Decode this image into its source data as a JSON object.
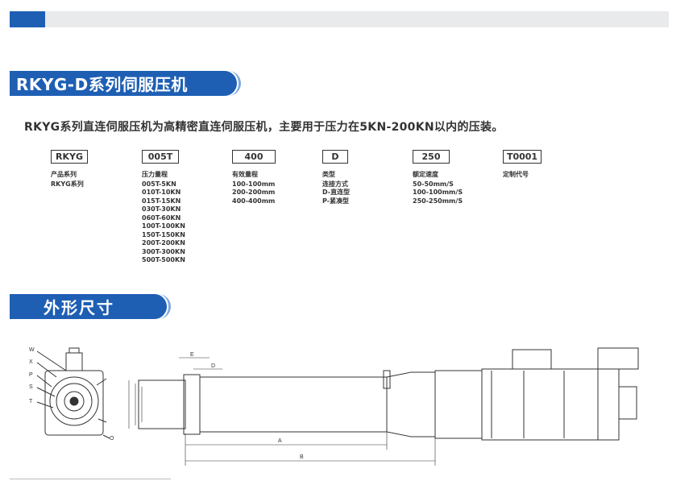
{
  "header": {
    "accent": "#1e5fb4",
    "bar": "#e9eaec"
  },
  "section1": {
    "title": "RKYG-D系列伺服压机",
    "description": "RKYG系列直连伺服压机为高精密直连伺服压机，主要用于压力在5KN-200KN以内的压装。"
  },
  "model_code": [
    {
      "code": "RKYG",
      "title": "产品系列",
      "items": [
        "RKYG系列"
      ]
    },
    {
      "code": "005T",
      "title": "压力量程",
      "items": [
        "005T-5KN",
        "010T-10KN",
        "015T-15KN",
        "030T-30KN",
        "060T-60KN",
        "100T-100KN",
        "150T-150KN",
        "200T-200KN",
        "300T-300KN",
        "500T-500KN"
      ]
    },
    {
      "code": "400",
      "title": "有效量程",
      "items": [
        "100-100mm",
        "200-200mm",
        "400-400mm"
      ]
    },
    {
      "code": "D",
      "title": "类型",
      "items": [
        "连接方式",
        "D-直连型",
        "P-紧凑型"
      ]
    },
    {
      "code": "250",
      "title": "额定速度",
      "items": [
        "50-50mm/S",
        "100-100mm/S",
        "250-250mm/S"
      ]
    },
    {
      "code": "T0001",
      "title": "定制代号",
      "items": []
    }
  ],
  "section2": {
    "title": "外形尺寸"
  },
  "drawing": {
    "front_labels": [
      "W",
      "X",
      "P",
      "S",
      "T",
      "O"
    ],
    "side_labels": [
      "E",
      "D",
      "A",
      "B"
    ]
  }
}
